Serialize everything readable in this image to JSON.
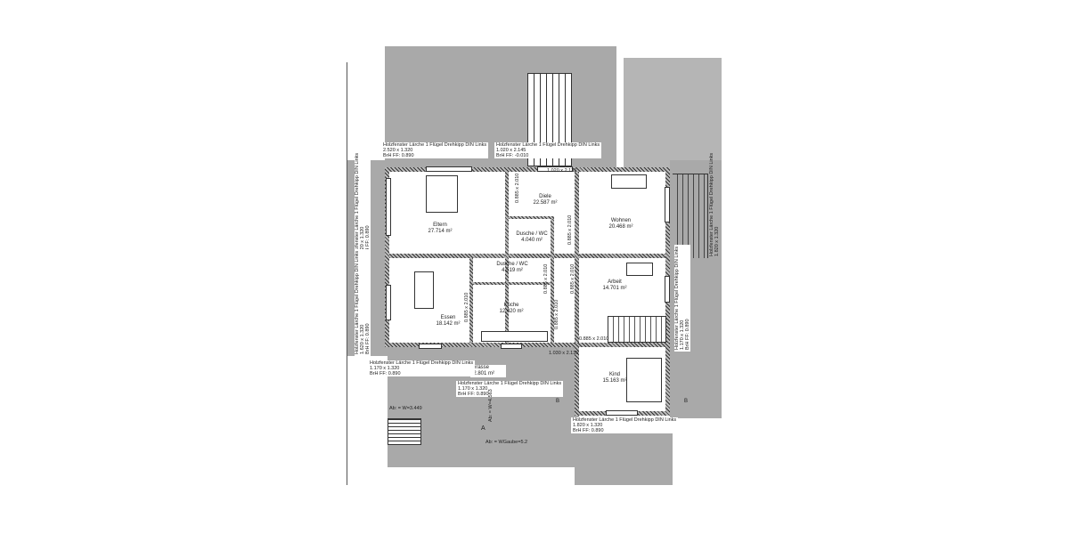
{
  "rooms": [
    {
      "name": "Eltern",
      "area": "27.714 m²"
    },
    {
      "name": "Diele",
      "area": "22.587 m²"
    },
    {
      "name": "Dusche / WC",
      "area": "4.040 m²"
    },
    {
      "name": "Wohnen",
      "area": "20.468 m²"
    },
    {
      "name": "Essen",
      "area": "18.142 m²"
    },
    {
      "name": "Dusche / WC",
      "area": "4.519 m²"
    },
    {
      "name": "Küche",
      "area": "12.420 m²"
    },
    {
      "name": "Arbeit",
      "area": "14.701 m²"
    },
    {
      "name": "Kind",
      "area": "15.163 m²"
    },
    {
      "name": "Terasse",
      "area": "32.801 m²"
    }
  ],
  "windows": [
    {
      "type": "Holzfenster Lärche 1 Flügel Drehkipp DIN Links",
      "size": "2.520 x 1.320",
      "sill": "BrH FF: 0.890"
    },
    {
      "type": "Holzfenster Lärche 1 Flügel Drehkipp DIN Links",
      "size": "1.020 x 2.145",
      "sill": "BrH FF: -0.010"
    },
    {
      "type": "Holzfenster Lärche 1 Flügel Drehkipp DIN Links",
      "size": "3.020 x 1.320",
      "sill": "BrH FF: 0.890"
    },
    {
      "type": "Holzfenster Lärche 1 Flügel Drehkipp DIN Links",
      "size": "1.620 x 1.320",
      "sill": "BrH FF: 0.890"
    },
    {
      "type": "Holzfenster Lärche 1 Flügel Drehkipp DIN Links",
      "size": "1.820 x 1.320",
      "sill": ""
    },
    {
      "type": "Holzfenster Lärche 1 Flügel Drehkipp DIN Links",
      "size": "1.170 x 1.320",
      "sill": "BrH FF: 0.890"
    },
    {
      "type": "Holzfenster Lärche 1 Flügel Drehkipp DIN Links",
      "size": "1.170 x 1.320",
      "sill": "BrH FF: 0.890"
    },
    {
      "type": "Holzfenster Lärche 1 Flügel Drehkipp DIN Links",
      "size": "1.170 x 1.320",
      "sill": "BrH FF: 0.890"
    },
    {
      "type": "Holzfenster Lärche 1 Flügel Drehkipp DIN Links",
      "size": "1.820 x 1.320",
      "sill": "BrH FF: 0.890"
    }
  ],
  "doors": [
    "1.020 x 2.135",
    "0.885 x 2.010",
    "1.030 x 2.135"
  ],
  "annotations": {
    "ab1": "Ab: = W=3.449",
    "ab2": "Ab: = W=4.563",
    "ab3": "Ab: = WGaube=5.2",
    "sectionA": "A",
    "sectionB": "B"
  }
}
